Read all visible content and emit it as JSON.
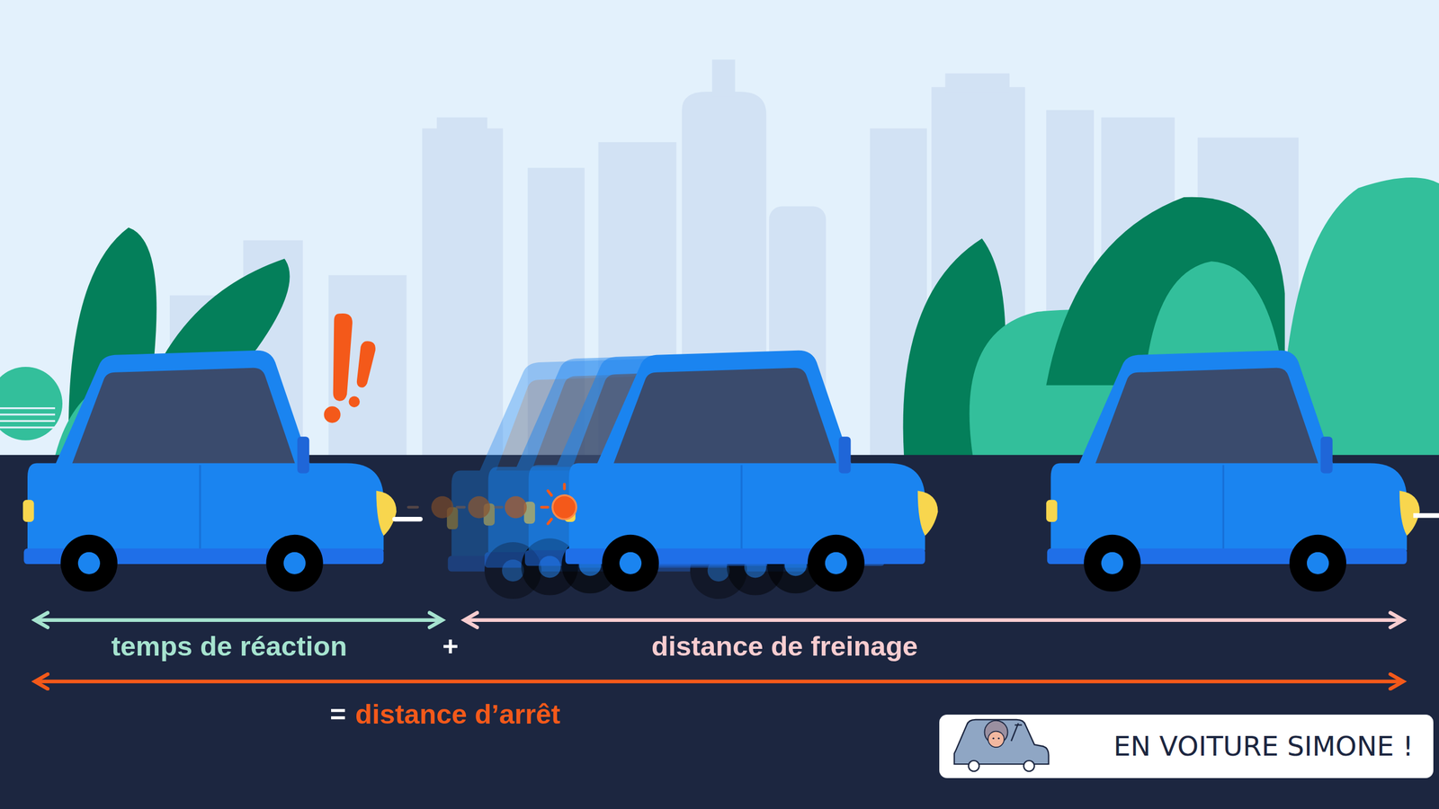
{
  "diagram": {
    "nodes": [
      {
        "text": [
          "EN VOITURE SIMONE !"
        ]
      }
    ],
    "labels": [
      "temps de réaction",
      "+",
      "distance de freinage",
      "=",
      "distance d’arrêt"
    ]
  }
}
